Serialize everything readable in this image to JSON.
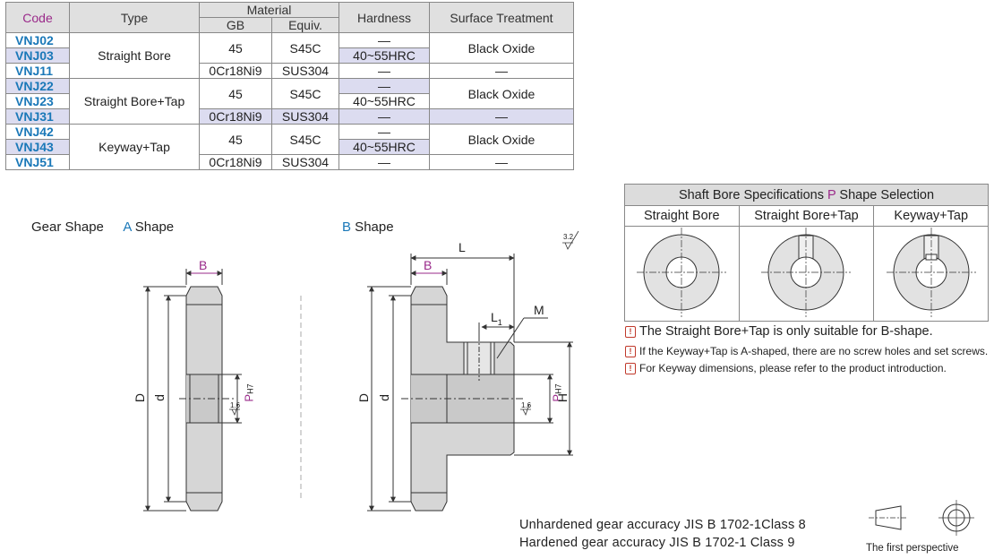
{
  "table": {
    "headers": {
      "code": "Code",
      "type": "Type",
      "material": "Material",
      "gb": "GB",
      "equiv": "Equiv.",
      "hardness": "Hardness",
      "surface": "Surface Treatment"
    },
    "rows": [
      {
        "code": "VNJ02"
      },
      {
        "code": "VNJ03"
      },
      {
        "code": "VNJ11"
      },
      {
        "code": "VNJ22"
      },
      {
        "code": "VNJ23"
      },
      {
        "code": "VNJ31"
      },
      {
        "code": "VNJ42"
      },
      {
        "code": "VNJ43"
      },
      {
        "code": "VNJ51"
      }
    ],
    "types": [
      "Straight Bore",
      "Straight Bore+Tap",
      "Keyway+Tap"
    ],
    "gb_steel": "45",
    "equiv_steel": "S45C",
    "gb_stainless": "0Cr18Ni9",
    "equiv_stainless": "SUS304",
    "dash": "—",
    "hardness_hard": "40~55HRC",
    "surface_treatment": "Black Oxide"
  },
  "drawings": {
    "gear_shape_label": "Gear Shape",
    "a_letter": "A",
    "b_letter": "B",
    "shape_word": " Shape",
    "dims": {
      "B": "B",
      "L": "L",
      "L1": "L",
      "L1_sub": "1",
      "M": "M",
      "D": "D",
      "d": "d",
      "P": "P",
      "H7": "H7",
      "H": "H"
    },
    "roughness_16": "1.6",
    "roughness_32": "3.2"
  },
  "bore_table": {
    "title_pre": "Shaft Bore Specifications ",
    "title_p": "P",
    "title_post": " Shape Selection",
    "cols": [
      "Straight Bore",
      "Straight Bore+Tap",
      "Keyway+Tap"
    ]
  },
  "notes": [
    "The Straight Bore+Tap is only suitable for B-shape.",
    "If the Keyway+Tap is A-shaped, there are no screw holes and set screws.",
    "For Keyway dimensions, please refer to the product introduction."
  ],
  "accuracy": [
    "Unhardened gear accuracy JIS B 1702-1Class 8",
    "Hardened gear accuracy JIS B 1702-1 Class 9"
  ],
  "perspective_caption": "The first perspective",
  "colors": {
    "code_blue": "#1a78b8",
    "magenta": "#9a2a8a",
    "alt_row": "#dcdcf0",
    "header_gray": "#e0e0e0"
  }
}
